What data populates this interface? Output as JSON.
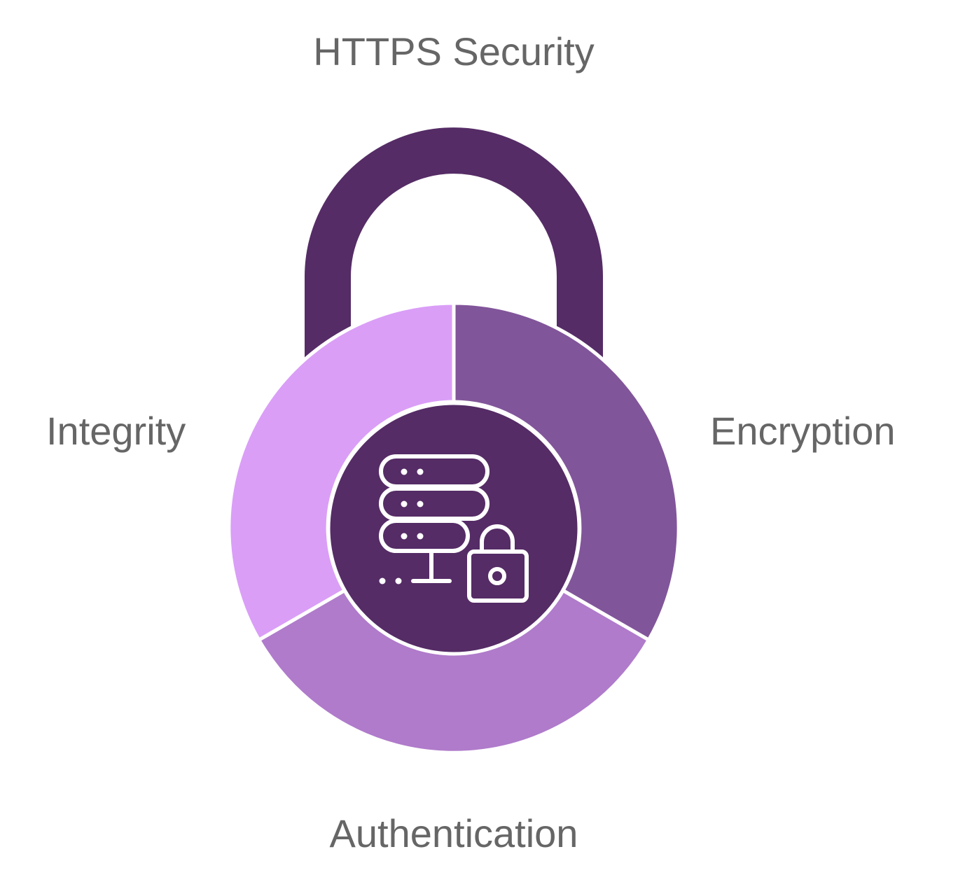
{
  "title": "HTTPS Security",
  "segments": {
    "integrity": {
      "label": "Integrity",
      "color": "#DA9EF7"
    },
    "encryption": {
      "label": "Encryption",
      "color": "#81559A"
    },
    "authentication": {
      "label": "Authentication",
      "color": "#B07BCB"
    }
  },
  "colors": {
    "shackle": "#552C66",
    "center": "#552C66",
    "icon_stroke": "#FFFFFF",
    "text": "#666666"
  },
  "center_icon": "server-lock-icon"
}
